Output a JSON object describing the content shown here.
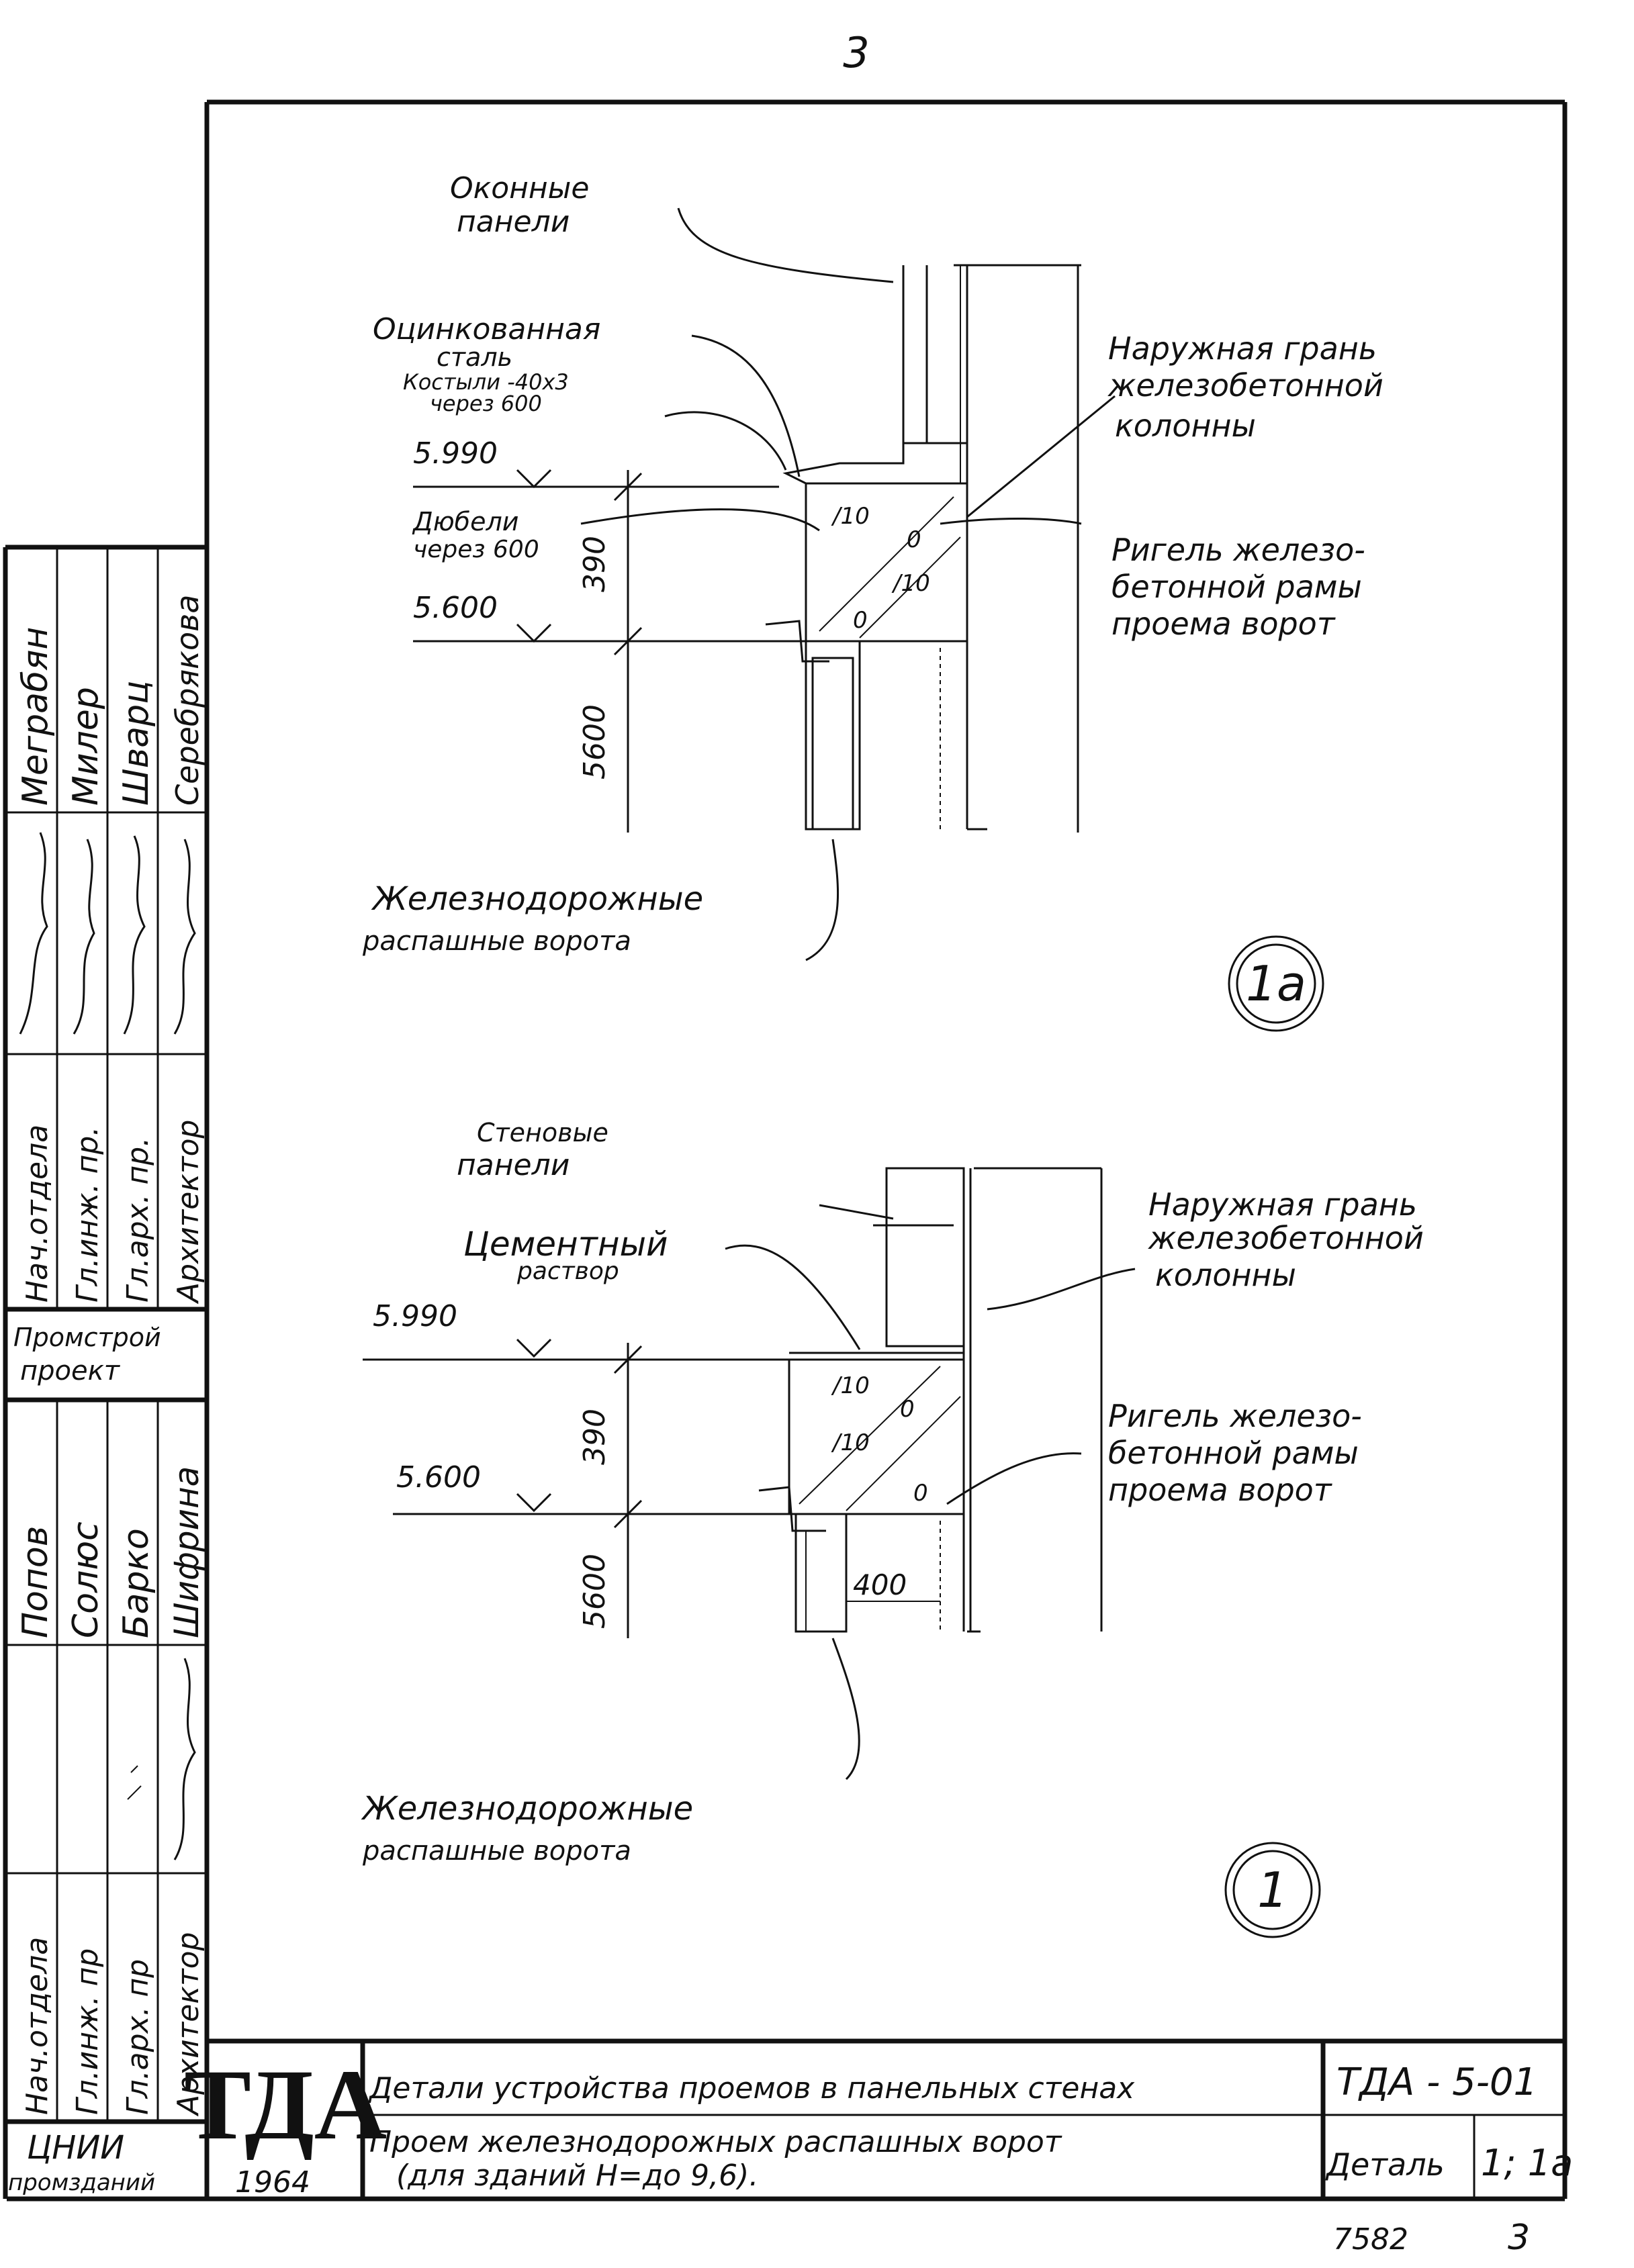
{
  "page_number": "3",
  "detail_1a": {
    "label_window_panels_1": "Оконные",
    "label_window_panels_2": "панели",
    "label_galv_steel_1": "Оцинкованная",
    "label_galv_steel_2": "сталь",
    "label_crutches_1": "Костыли -40х3",
    "label_crutches_2": "через 600",
    "label_dowels_1": "Дюбели",
    "label_dowels_2": "через 600",
    "label_col_face_1": "Наружная грань",
    "label_col_face_2": "железобетонной",
    "label_col_face_3": "колонны",
    "label_girder_1": "Ригель железо-",
    "label_girder_2": "бетонной рамы",
    "label_girder_3": "проема ворот",
    "label_gates_1": "Железнодорожные",
    "label_gates_2": "распашные ворота",
    "elev_top": "5.990",
    "elev_bottom": "5.600",
    "dim_390": "390",
    "dim_5600": "5600",
    "mark": "1а"
  },
  "detail_1": {
    "label_wall_panels_1": "Стеновые",
    "label_wall_panels_2": "панели",
    "label_cement_1": "Цементный",
    "label_cement_2": "раствор",
    "label_col_face_1": "Наружная грань",
    "label_col_face_2": "железобетонной",
    "label_col_face_3": "колонны",
    "label_girder_1": "Ригель железо-",
    "label_girder_2": "бетонной рамы",
    "label_girder_3": "проема ворот",
    "label_gates_1": "Железнодорожные",
    "label_gates_2": "распашные ворота",
    "elev_top": "5.990",
    "elev_bottom": "5.600",
    "dim_390": "390",
    "dim_400": "400",
    "dim_5600": "5600",
    "mark": "1"
  },
  "side_stamp_upper": {
    "roles": [
      "Нач.отдела",
      "Гл.инж. пр.",
      "Гл.арх. пр.",
      "Архитектор"
    ],
    "names": [
      "Меграбян",
      "Милер",
      "Шварц",
      "Серебрякова"
    ],
    "org_1": "Промстрой",
    "org_2": "проект"
  },
  "side_stamp_lower": {
    "roles": [
      "Нач.отдела",
      "Гл.инж. пр",
      "Гл.арх. пр",
      "Архитектор"
    ],
    "names": [
      "Попов",
      "Солюс",
      "Барко",
      "Шифрина"
    ],
    "org_1": "ЦНИИ",
    "org_2": "промзданий"
  },
  "title_block": {
    "logo": "ТДА",
    "year": "1964",
    "title_1": "Детали устройства проемов в панельных стенах",
    "title_2": "Проем железнодорожных распашных ворот",
    "title_3": "(для зданий Н=до 9,6).",
    "code": "ТДА - 5-01",
    "detail_label": "Деталь",
    "detail_value": "1; 1а",
    "doc_number": "7582",
    "sheet": "3"
  }
}
